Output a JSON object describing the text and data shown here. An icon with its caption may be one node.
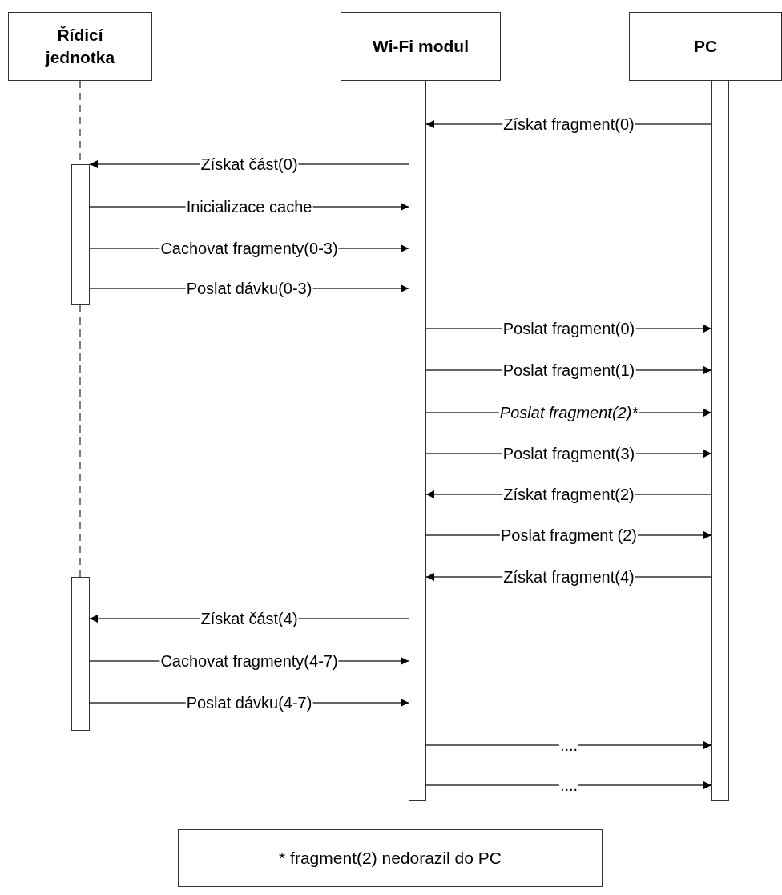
{
  "diagram": {
    "nodes": [
      {
        "text": [
          "Řídicí jednotka"
        ]
      },
      {
        "text": [
          "Wi-Fi modul"
        ]
      },
      {
        "text": [
          "PC"
        ]
      },
      {
        "text": [],
        "shape": "bar"
      },
      {
        "text": [],
        "shape": "bar"
      },
      {
        "text": [],
        "shape": "bar"
      },
      {
        "text": [],
        "shape": "bar"
      },
      {
        "text": [
          "* fragment(2) nedorazil do PC"
        ]
      }
    ],
    "edges": [
      {
        "from": 4,
        "to": 3,
        "arrow": "to",
        "label": "Získat fragment(0)"
      },
      {
        "from": 3,
        "to": 5,
        "arrow": "to",
        "label": "Získat část(0)"
      },
      {
        "from": 5,
        "to": 3,
        "arrow": "to",
        "label": "Inicializace cache"
      },
      {
        "from": 5,
        "to": 3,
        "arrow": "to",
        "label": "Cachovat fragmenty(0-3)"
      },
      {
        "from": 5,
        "to": 3,
        "arrow": "to",
        "label": "Poslat dávku(0-3)"
      },
      {
        "from": 3,
        "to": 4,
        "arrow": "to",
        "label": "Poslat fragment(0)"
      },
      {
        "from": 3,
        "to": 4,
        "arrow": "to",
        "label": "Poslat fragment(1)"
      },
      {
        "from": 3,
        "to": 4,
        "arrow": "to",
        "label": "Poslat fragment(2)*"
      },
      {
        "from": 3,
        "to": 4,
        "arrow": "to",
        "label": "Poslat fragment(3)"
      },
      {
        "from": 4,
        "to": 3,
        "arrow": "to",
        "label": "Získat fragment(2)"
      },
      {
        "from": 3,
        "to": 4,
        "arrow": "to",
        "label": "Poslat fragment (2)"
      },
      {
        "from": 4,
        "to": 3,
        "arrow": "to",
        "label": "Získat fragment(4)"
      },
      {
        "from": 3,
        "to": 6,
        "arrow": "to",
        "label": "Získat část(4)"
      },
      {
        "from": 6,
        "to": 3,
        "arrow": "to",
        "label": "Cachovat fragmenty(4-7)"
      },
      {
        "from": 6,
        "to": 3,
        "arrow": "to",
        "label": "Poslat dávku(4-7)"
      },
      {
        "from": 3,
        "to": 4,
        "arrow": "to",
        "label": "...."
      },
      {
        "from": 3,
        "to": 4,
        "arrow": "to",
        "label": "...."
      }
    ]
  }
}
